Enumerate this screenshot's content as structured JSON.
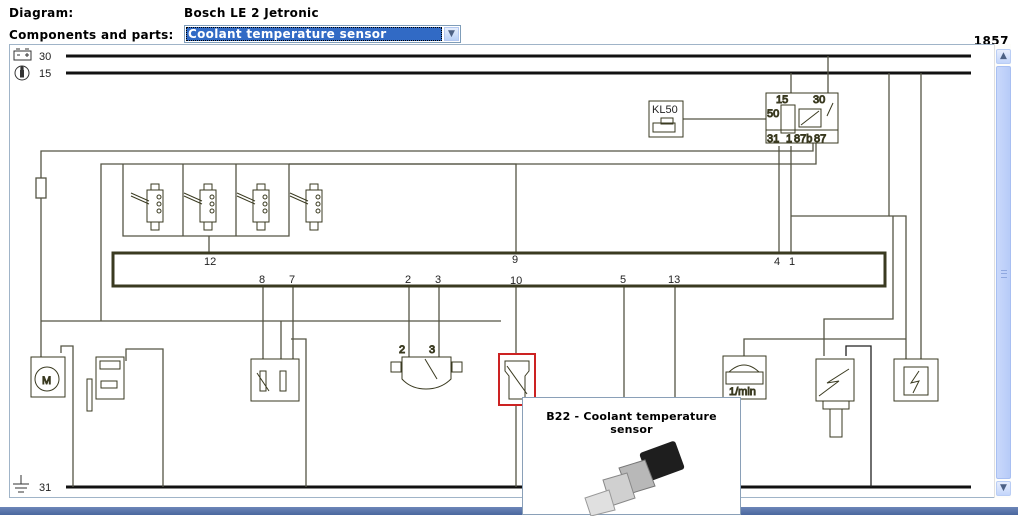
{
  "header": {
    "diagram_label": "Diagram:",
    "diagram_value": "Bosch LE 2 Jetronic",
    "components_label": "Components and parts:",
    "selected_component": "Coolant temperature sensor",
    "diagram_id": "1857"
  },
  "diagram": {
    "rails": {
      "battery_30": {
        "label": "30",
        "icon": "battery-icon"
      },
      "ignition_15": {
        "label": "15",
        "icon": "ignition-icon"
      },
      "ground_31": {
        "label": "31",
        "icon": "ground-icon"
      }
    },
    "ecu_pins_top": [
      "12",
      "9",
      "4",
      "1"
    ],
    "ecu_pins_bottom": [
      "8",
      "7",
      "2",
      "3",
      "10",
      "5",
      "13"
    ],
    "relay": {
      "terminals": [
        "15",
        "30",
        "50",
        "31",
        "1",
        "87b",
        "87"
      ]
    },
    "starter_label": "KL50",
    "throttle_switch_pins": [
      "2",
      "3"
    ],
    "tach_label": "1/min",
    "highlight_color": "#cc2222"
  },
  "tooltip": {
    "title": "B22 - Coolant temperature sensor"
  },
  "colors": {
    "selection": "#316ac5",
    "wire": "#555544",
    "bottom_bar": "#4a679e"
  }
}
